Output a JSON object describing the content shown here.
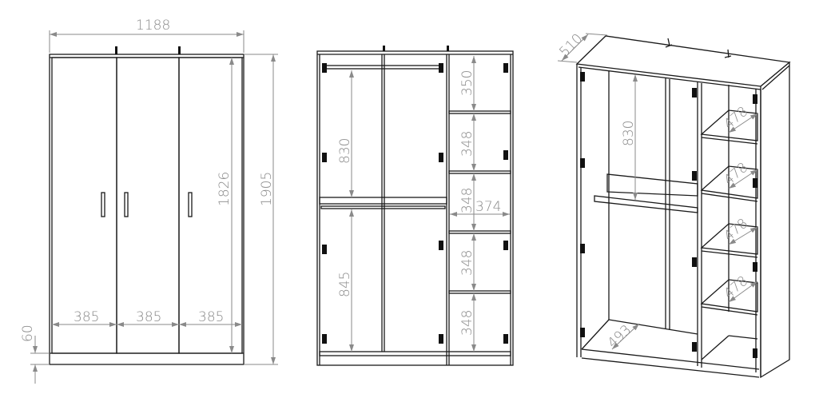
{
  "front_view": {
    "overall_width": "1188",
    "door_height": "1826",
    "overall_height": "1905",
    "door_widths": [
      "385",
      "385",
      "385"
    ],
    "plinth_height": "60"
  },
  "interior_view": {
    "upper_hanging_height": "830",
    "lower_hanging_height": "845",
    "shelf_heights": [
      "350",
      "348",
      "348",
      "348",
      "348"
    ],
    "shelf_width": "374"
  },
  "isometric_view": {
    "depth": "510",
    "hanging_height": "830",
    "shelf_depths": [
      "478",
      "478",
      "478",
      "478"
    ],
    "bottom_depth": "493"
  },
  "colors": {
    "line": "#1a1a1a",
    "dimension": "#8a8a8a"
  }
}
